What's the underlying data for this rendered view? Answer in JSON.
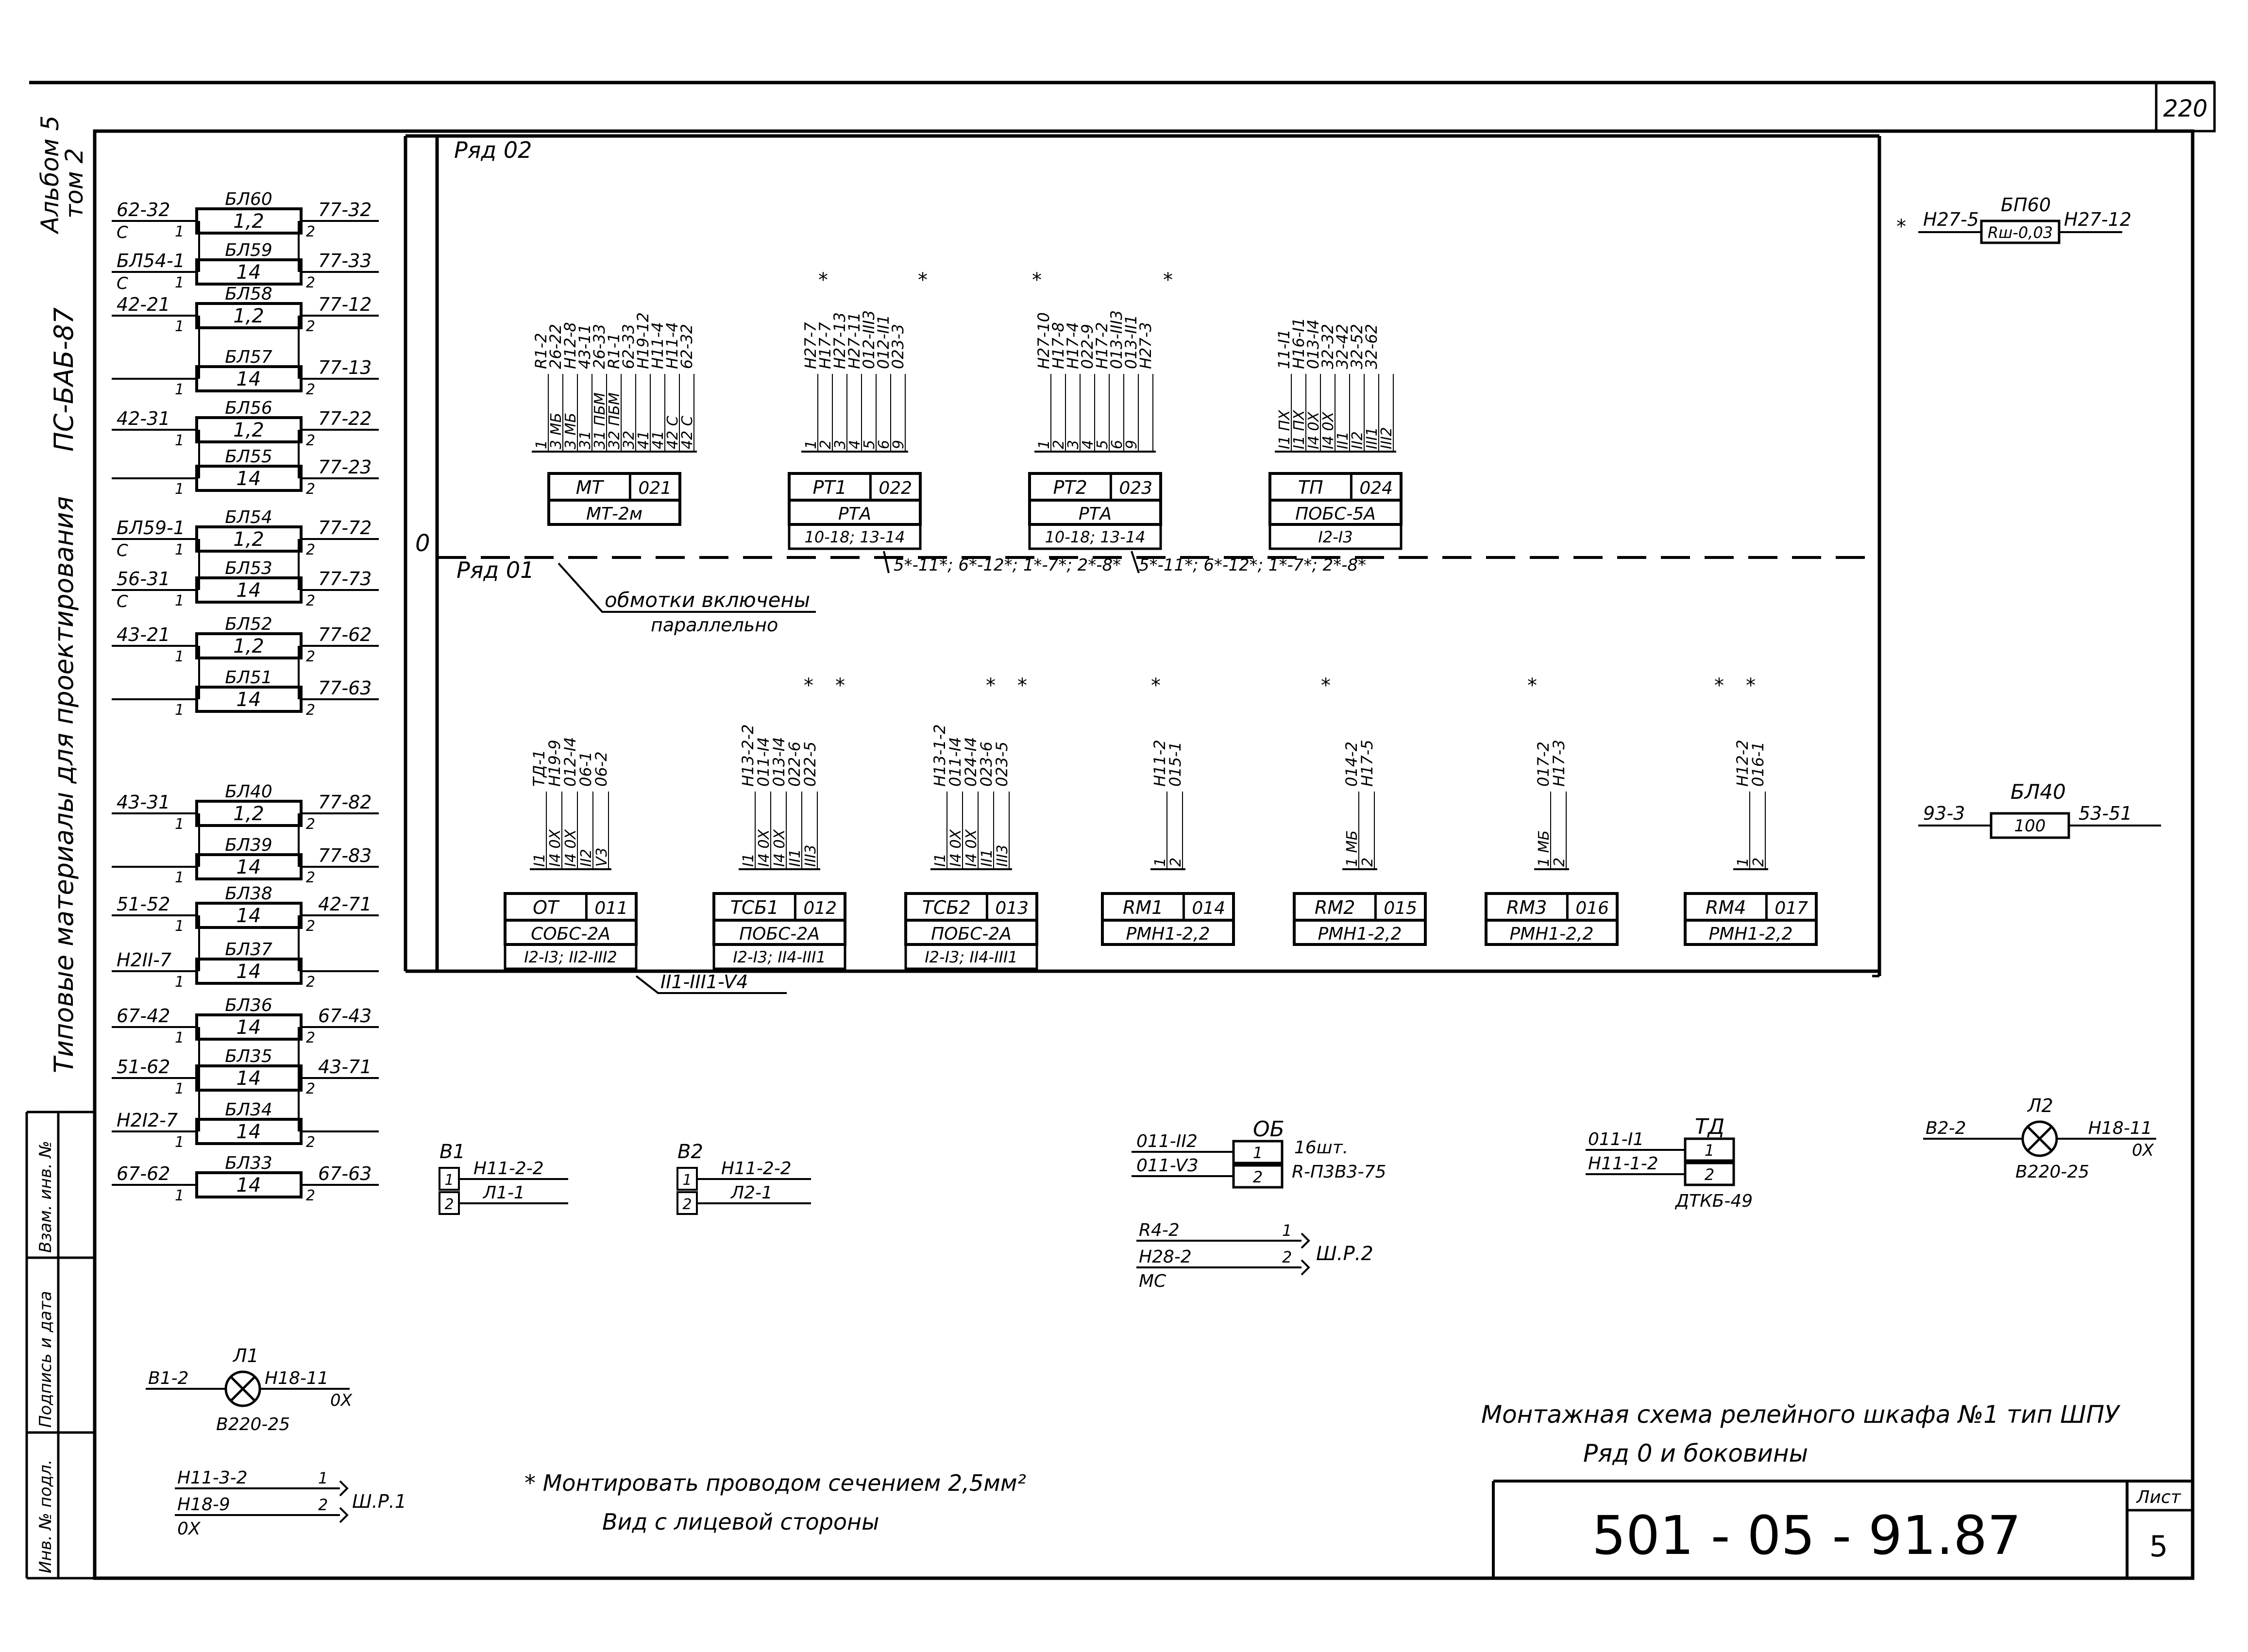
{
  "page_number": "220",
  "left_margin": {
    "album": "Альбом 5",
    "volume": "том 2",
    "code": "ПС-БАБ-87",
    "series": "Типовые материалы для проектирования",
    "stamp": [
      "Инв. № подл.",
      "Подпись и дата",
      "Взам. инв. №"
    ]
  },
  "left_blocks": [
    {
      "name": "БЛ60",
      "left": "62-32",
      "left2": "C",
      "value": "1,2",
      "right": "77-32"
    },
    {
      "name": "БЛ59",
      "left": "БЛ54-1",
      "left2": "C",
      "value": "14",
      "right": "77-33"
    },
    {
      "name": "БЛ58",
      "left": "42-21",
      "left2": "",
      "value": "1,2",
      "right": "77-12"
    },
    {
      "name": "БЛ57",
      "left": "",
      "left2": "",
      "value": "14",
      "right": "77-13"
    },
    {
      "name": "БЛ56",
      "left": "42-31",
      "left2": "",
      "value": "1,2",
      "right": "77-22"
    },
    {
      "name": "БЛ55",
      "left": "",
      "left2": "",
      "value": "14",
      "right": "77-23"
    },
    {
      "name": "БЛ54",
      "left": "БЛ59-1",
      "left2": "C",
      "value": "1,2",
      "right": "77-72"
    },
    {
      "name": "БЛ53",
      "left": "56-31",
      "left2": "C",
      "value": "14",
      "right": "77-73"
    },
    {
      "name": "БЛ52",
      "left": "43-21",
      "left2": "",
      "value": "1,2",
      "right": "77-62"
    },
    {
      "name": "БЛ51",
      "left": "",
      "left2": "",
      "value": "14",
      "right": "77-63"
    },
    {
      "name": "БЛ40",
      "left": "43-31",
      "left2": "",
      "value": "1,2",
      "right": "77-82"
    },
    {
      "name": "БЛ39",
      "left": "",
      "left2": "",
      "value": "14",
      "right": "77-83"
    },
    {
      "name": "БЛ38",
      "left": "51-52",
      "left2": "",
      "value": "14",
      "right": "42-71"
    },
    {
      "name": "БЛ37",
      "left": "Н2II-7",
      "left2": "",
      "value": "14",
      "right": ""
    },
    {
      "name": "БЛ36",
      "left": "67-42",
      "left2": "",
      "value": "14",
      "right": "67-43"
    },
    {
      "name": "БЛ35",
      "left": "51-62",
      "left2": "",
      "value": "14",
      "right": "43-71"
    },
    {
      "name": "БЛ34",
      "left": "Н2I2-7",
      "left2": "",
      "value": "14",
      "right": ""
    },
    {
      "name": "БЛ33",
      "left": "67-62",
      "left2": "",
      "value": "14",
      "right": "67-63"
    }
  ],
  "panel": {
    "row02_label": "Ряд 02",
    "row01_label": "Ряд 01",
    "zero_label": "0",
    "note_parallel_1": "обмотки включены",
    "note_parallel_2": "параллельно"
  },
  "row02_devices": [
    {
      "name": "МТ",
      "num": "021",
      "type": "МТ-2м",
      "term": "",
      "top": [
        "1",
        "3 МБ",
        "3 МБ",
        "31",
        "31 ПБМ",
        "32 ПБМ",
        "32",
        "41",
        "41",
        "42 С",
        "42 С"
      ],
      "wires": [
        "R1-2",
        "26-22",
        "Н12-8",
        "43-11",
        "26-33",
        "R1-1",
        "62-33",
        "Н19-12",
        "Н11-4",
        "Н11-4",
        "62-32"
      ]
    },
    {
      "name": "РТ1",
      "num": "022",
      "type": "РТА",
      "term": "10-18; 13-14",
      "top": [
        "1",
        "2",
        "3",
        "4",
        "5",
        "6",
        "9"
      ],
      "wires": [
        "Н27-7",
        "Н17-7",
        "Н27-13",
        "Н27-11",
        "012-III3",
        "012-II1",
        "023-3"
      ]
    },
    {
      "name": "РТ2",
      "num": "023",
      "type": "РТА",
      "term": "10-18; 13-14",
      "top": [
        "1",
        "2",
        "3",
        "4",
        "5",
        "6",
        "9"
      ],
      "wires": [
        "Н27-10",
        "Н17-8",
        "Н17-4",
        "022-9",
        "Н17-2",
        "013-III3",
        "013-II1",
        "Н27-3"
      ]
    },
    {
      "name": "ТП",
      "num": "024",
      "type": "ПОБС-5А",
      "term": "I2-I3",
      "top": [
        "I1 ПХ",
        "I1 ПХ",
        "I4 0Х",
        "I4 0Х",
        "II1",
        "II2",
        "III1",
        "III2"
      ],
      "wires": [
        "11-I1",
        "Н16-I1",
        "013-I4",
        "32-32",
        "32-42",
        "32-52",
        "32-62"
      ]
    }
  ],
  "row02_jumpers": [
    "5*-11*; 6*-12*; 1*-7*; 2*-8*",
    "5*-11*; 6*-12*; 1*-7*; 2*-8*"
  ],
  "row01_devices": [
    {
      "name": "ОТ",
      "num": "011",
      "type": "СОБС-2А",
      "term": "I2-I3; II2-III2",
      "top": [
        "I1",
        "I4 0Х",
        "I4 0Х",
        "II2",
        "V3"
      ],
      "wires": [
        "ТД-1",
        "Н19-9",
        "012-I4",
        "06-1",
        "06-2"
      ]
    },
    {
      "name": "ТСБ1",
      "num": "012",
      "type": "ПОБС-2А",
      "term": "I2-I3; II4-III1",
      "top": [
        "I1",
        "I4 0Х",
        "I4 0Х",
        "II1",
        "III3"
      ],
      "wires": [
        "Н13-2-2",
        "011-I4",
        "013-I4",
        "022-6",
        "022-5"
      ]
    },
    {
      "name": "ТСБ2",
      "num": "013",
      "type": "ПОБС-2А",
      "term": "I2-I3; II4-III1",
      "top": [
        "I1",
        "I4 0Х",
        "I4 0Х",
        "II1",
        "III3"
      ],
      "wires": [
        "Н13-1-2",
        "011-I4",
        "024-I4",
        "023-6",
        "023-5"
      ]
    },
    {
      "name": "RM1",
      "num": "014",
      "type": "РМН1-2,2",
      "term": "",
      "top": [
        "1",
        "2"
      ],
      "wires": [
        "Н11-2",
        "015-1"
      ]
    },
    {
      "name": "RM2",
      "num": "015",
      "type": "РМН1-2,2",
      "term": "",
      "top": [
        "1 МБ",
        "2"
      ],
      "wires": [
        "014-2",
        "Н17-5"
      ]
    },
    {
      "name": "RM3",
      "num": "016",
      "type": "РМН1-2,2",
      "term": "",
      "top": [
        "1 МБ",
        "2"
      ],
      "wires": [
        "017-2",
        "Н17-3"
      ]
    },
    {
      "name": "RM4",
      "num": "017",
      "type": "РМН1-2,2",
      "term": "",
      "top": [
        "1",
        "2"
      ],
      "wires": [
        "Н12-2",
        "016-1"
      ]
    }
  ],
  "row01_jumper": "II1-III1-V4",
  "right_resistor": {
    "name": "БП60",
    "left": "Н27-5",
    "value": "Rш-0,03",
    "right": "Н27-12"
  },
  "right_block": {
    "name": "БЛ40",
    "left": "93-3",
    "value": "100",
    "right": "53-51"
  },
  "terminals_b1": {
    "name": "В1",
    "t1": "Н11-2-2",
    "t2": "Л1-1"
  },
  "terminals_b2": {
    "name": "В2",
    "t1": "Н11-2-2",
    "t2": "Л2-1"
  },
  "ob": {
    "name": "ОБ",
    "t1": "011-II2",
    "t2": "011-V3",
    "qty": "16шт.",
    "type": "R-П3В3-75"
  },
  "td": {
    "name": "ТД",
    "t1": "011-I1",
    "t2": "Н11-1-2",
    "type": "ДТКБ-49"
  },
  "lamp_l2": {
    "name": "Л2",
    "left": "В2-2",
    "right": "Н18-11",
    "right2": "0Х",
    "type": "В220-25"
  },
  "lamp_l1": {
    "name": "Л1",
    "left": "В1-2",
    "right": "Н18-11",
    "right2": "0Х",
    "type": "В220-25"
  },
  "shr2": {
    "name": "Ш.Р.2",
    "w1": "R4-2",
    "w2": "Н28-2",
    "w3": "МС"
  },
  "shr1": {
    "name": "Ш.Р.1",
    "w1": "Н11-3-2",
    "w2": "Н18-9",
    "w3": "0Х"
  },
  "notes": {
    "star": "* Монтировать проводом сечением 2,5мм²",
    "view": "Вид с лицевой стороны"
  },
  "title": {
    "line1": "Монтажная схема релейного шкафа №1 тип ШПУ",
    "line2": "Ряд 0 и боковины",
    "code": "501 - 05 - 91.87",
    "sheet_label": "Лист",
    "sheet": "5"
  }
}
